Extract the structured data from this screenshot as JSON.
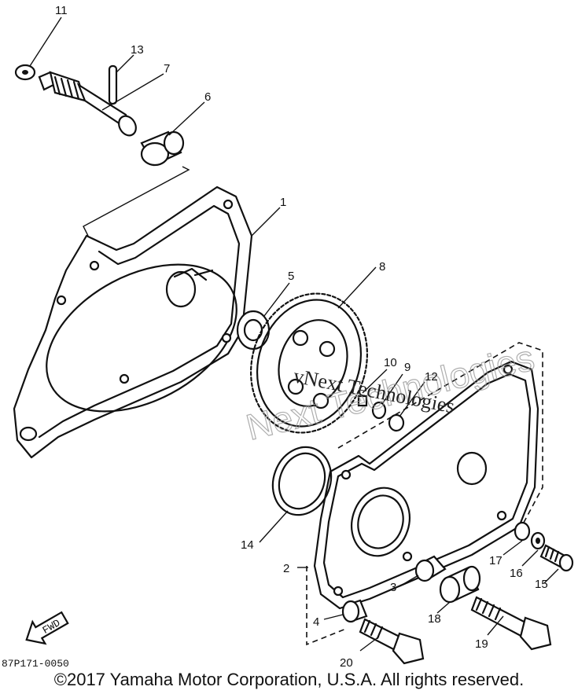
{
  "diagram": {
    "part_code": "87P171-0050",
    "direction_tag": "FWD",
    "watermark_large": "Next Technologies",
    "watermark_small": "vNext Technologies",
    "callouts": [
      {
        "id": "11",
        "label": "11"
      },
      {
        "id": "13",
        "label": "13"
      },
      {
        "id": "7",
        "label": "7"
      },
      {
        "id": "6",
        "label": "6"
      },
      {
        "id": "1",
        "label": "1"
      },
      {
        "id": "5",
        "label": "5"
      },
      {
        "id": "8",
        "label": "8"
      },
      {
        "id": "10",
        "label": "10"
      },
      {
        "id": "9",
        "label": "9"
      },
      {
        "id": "12",
        "label": "12"
      },
      {
        "id": "14",
        "label": "14"
      },
      {
        "id": "2",
        "label": "2"
      },
      {
        "id": "17",
        "label": "17"
      },
      {
        "id": "16",
        "label": "16"
      },
      {
        "id": "15",
        "label": "15"
      },
      {
        "id": "3",
        "label": "3"
      },
      {
        "id": "18",
        "label": "18"
      },
      {
        "id": "4",
        "label": "4"
      },
      {
        "id": "19",
        "label": "19"
      },
      {
        "id": "20",
        "label": "20"
      }
    ]
  },
  "footer": {
    "copyright": "©2017 Yamaha Motor Corporation, U.S.A. All rights reserved."
  }
}
